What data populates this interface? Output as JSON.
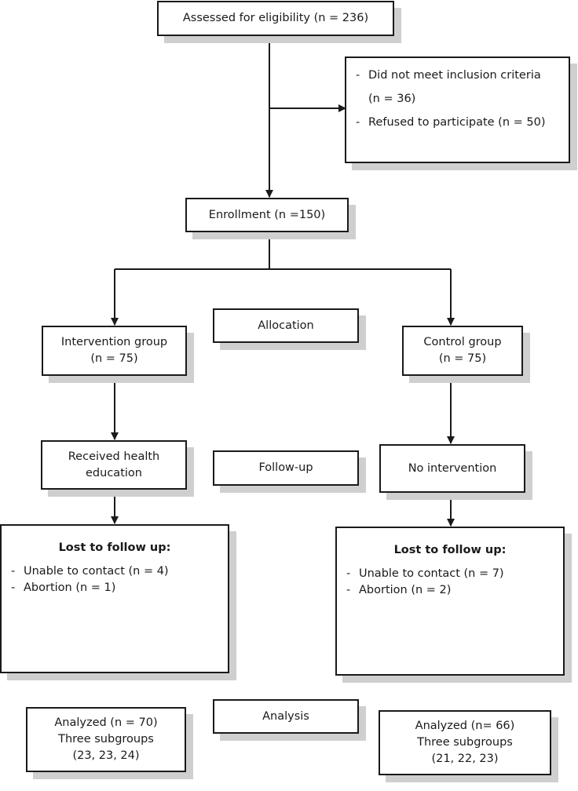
{
  "assessed": {
    "label": "Assessed for eligibility (n = 236)"
  },
  "excluded": {
    "items": [
      "Did not meet inclusion criteria",
      "(n = 36)",
      "Refused to participate (n = 50)"
    ]
  },
  "enrollment": {
    "label": "Enrollment (n =150)"
  },
  "stages": {
    "allocation": "Allocation",
    "follow_up": "Follow-up",
    "analysis": "Analysis"
  },
  "intervention": {
    "group_lines": [
      "Intervention group",
      "(n = 75)"
    ],
    "treatment_lines": [
      "Received health",
      "education"
    ],
    "lost_heading": "Lost to follow up:",
    "lost_items": [
      "Unable to contact (n = 4)",
      "Abortion (n = 1)"
    ],
    "analyzed_lines": [
      "Analyzed (n = 70)",
      "Three subgroups",
      "(23, 23, 24)"
    ]
  },
  "control": {
    "group_lines": [
      "Control group",
      "(n = 75)"
    ],
    "treatment_lines": [
      "No intervention"
    ],
    "lost_heading": "Lost to follow up:",
    "lost_items": [
      "Unable to contact (n = 7)",
      "Abortion (n = 2)"
    ],
    "analyzed_lines": [
      "Analyzed (n= 66)",
      "Three subgroups",
      "(21, 22, 23)"
    ]
  },
  "colors": {
    "stroke": "#1a1a1a",
    "shadow": "#cfcfcf",
    "background": "#ffffff"
  }
}
